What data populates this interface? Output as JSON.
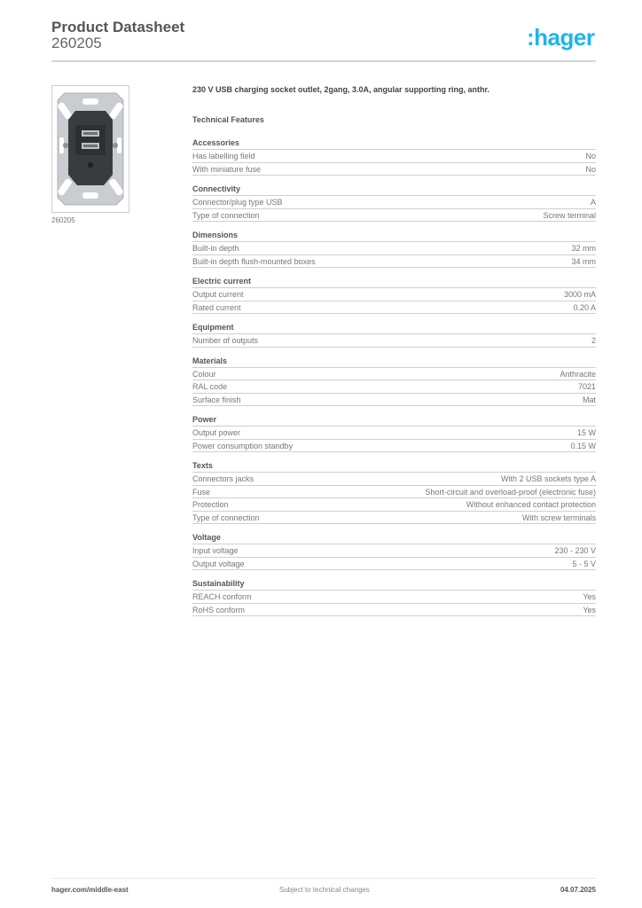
{
  "header": {
    "title": "Product Datasheet",
    "article_number": "260205",
    "logo_text": ":hager",
    "logo_color": "#1eb4ed"
  },
  "product": {
    "image_caption": "260205",
    "description": "230 V USB charging socket outlet, 2gang, 3.0A, angular supporting ring, anthr."
  },
  "technical_features": {
    "title": "Technical Features",
    "sections": [
      {
        "title": "Accessories",
        "rows": [
          {
            "label": "Has labelling field",
            "value": "No"
          },
          {
            "label": "With miniature fuse",
            "value": "No"
          }
        ]
      },
      {
        "title": "Connectivity",
        "rows": [
          {
            "label": "Connector/plug type USB",
            "value": "A"
          },
          {
            "label": "Type of connection",
            "value": "Screw terminal"
          }
        ]
      },
      {
        "title": "Dimensions",
        "rows": [
          {
            "label": "Built-in depth",
            "value": "32 mm"
          },
          {
            "label": "Built-in depth flush-mounted boxes",
            "value": "34 mm"
          }
        ]
      },
      {
        "title": "Electric current",
        "rows": [
          {
            "label": "Output current",
            "value": "3000 mA"
          },
          {
            "label": "Rated current",
            "value": "0.20 A"
          }
        ]
      },
      {
        "title": "Equipment",
        "rows": [
          {
            "label": "Number of outputs",
            "value": "2"
          }
        ]
      },
      {
        "title": "Materials",
        "rows": [
          {
            "label": "Colour",
            "value": "Anthracite"
          },
          {
            "label": "RAL code",
            "value": "7021"
          },
          {
            "label": "Surface finish",
            "value": "Mat"
          }
        ]
      },
      {
        "title": "Power",
        "rows": [
          {
            "label": "Output power",
            "value": "15 W"
          },
          {
            "label": "Power consumption standby",
            "value": "0.15 W"
          }
        ]
      },
      {
        "title": "Texts",
        "rows": [
          {
            "label": "Connectors jacks",
            "value": "With 2 USB sockets type A"
          },
          {
            "label": "Fuse",
            "value": "Short-circuit and overload-proof (electronic fuse)"
          },
          {
            "label": "Protection",
            "value": "Without enhanced contact protection"
          },
          {
            "label": "Type of connection",
            "value": "With screw terminals"
          }
        ]
      },
      {
        "title": "Voltage",
        "rows": [
          {
            "label": "Input voltage",
            "value": "230 - 230 V"
          },
          {
            "label": "Output voltage",
            "value": "5 - 5 V"
          }
        ]
      },
      {
        "title": "Sustainability",
        "rows": [
          {
            "label": "REACH conform",
            "value": "Yes"
          },
          {
            "label": "RoHS conform",
            "value": "Yes"
          }
        ]
      }
    ]
  },
  "footer": {
    "website": "hager.com/middle-east",
    "notice": "Subject to technical changes",
    "date": "04.07.2025"
  }
}
